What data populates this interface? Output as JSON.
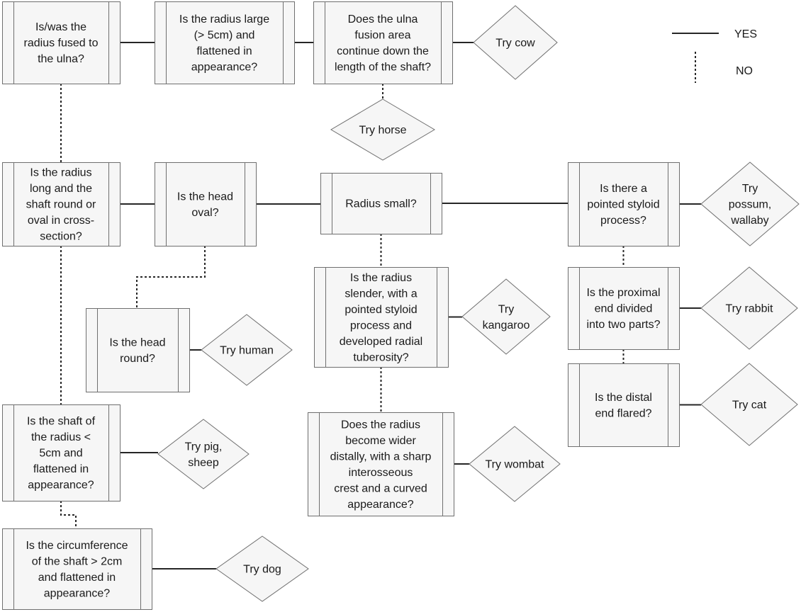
{
  "legend": {
    "yes_label": "YES",
    "no_label": "NO"
  },
  "nodes": {
    "q_fused": [
      "Is/was the",
      "radius fused to",
      "the ulna?"
    ],
    "q_radius_large": [
      "Is the radius large",
      "(> 5cm) and",
      "flattened in",
      "appearance?"
    ],
    "q_ulna_fusion": [
      "Does the ulna",
      "fusion area",
      "continue down the",
      "length of the shaft?"
    ],
    "r_cow": [
      "Try cow"
    ],
    "r_horse": [
      "Try horse"
    ],
    "q_long_round": [
      "Is the radius",
      "long and the",
      "shaft round or",
      "oval in cross-",
      "section?"
    ],
    "q_head_oval": [
      "Is the head",
      "oval?"
    ],
    "q_radius_small": [
      "Radius small?"
    ],
    "q_pointed_styloid": [
      "Is there a",
      "pointed styloid",
      "process?"
    ],
    "r_possum": [
      "Try",
      "possum,",
      "wallaby"
    ],
    "q_head_round": [
      "Is the head",
      "round?"
    ],
    "r_human": [
      "Try human"
    ],
    "q_slender": [
      "Is the radius",
      "slender, with a",
      "pointed styloid",
      "process and",
      "developed radial",
      "tuberosity?"
    ],
    "r_kangaroo": [
      "Try",
      "kangaroo"
    ],
    "q_proximal": [
      "Is the proximal",
      "end divided",
      "into two parts?"
    ],
    "r_rabbit": [
      "Try rabbit"
    ],
    "q_distal": [
      "Is the distal",
      "end flared?"
    ],
    "r_cat": [
      "Try cat"
    ],
    "q_wider": [
      "Does the radius",
      "become wider",
      "distally, with a sharp",
      "interosseous",
      "crest and a curved",
      "appearance?"
    ],
    "r_wombat": [
      "Try wombat"
    ],
    "q_shaft_5cm": [
      "Is the shaft of",
      "the radius <",
      "5cm and",
      "flattened in",
      "appearance?"
    ],
    "r_pig": [
      "Try pig,",
      "sheep"
    ],
    "q_circumference": [
      "Is the circumference",
      "of the shaft > 2cm",
      "and flattened in",
      "appearance?"
    ],
    "r_dog": [
      "Try dog"
    ]
  },
  "edges": [
    {
      "from": "q_fused",
      "to": "q_radius_large",
      "kind": "yes"
    },
    {
      "from": "q_radius_large",
      "to": "q_ulna_fusion",
      "kind": "yes"
    },
    {
      "from": "q_ulna_fusion",
      "to": "r_cow",
      "kind": "yes"
    },
    {
      "from": "q_ulna_fusion",
      "to": "r_horse",
      "kind": "no"
    },
    {
      "from": "q_fused",
      "to": "q_long_round",
      "kind": "no"
    },
    {
      "from": "q_long_round",
      "to": "q_head_oval",
      "kind": "yes"
    },
    {
      "from": "q_head_oval",
      "to": "q_radius_small",
      "kind": "yes"
    },
    {
      "from": "q_radius_small",
      "to": "q_pointed_styloid",
      "kind": "yes"
    },
    {
      "from": "q_pointed_styloid",
      "to": "r_possum",
      "kind": "yes"
    },
    {
      "from": "q_head_oval",
      "to": "q_head_round",
      "kind": "no"
    },
    {
      "from": "q_head_round",
      "to": "r_human",
      "kind": "yes"
    },
    {
      "from": "q_radius_small",
      "to": "q_slender",
      "kind": "no"
    },
    {
      "from": "q_slender",
      "to": "r_kangaroo",
      "kind": "yes"
    },
    {
      "from": "q_slender",
      "to": "q_wider",
      "kind": "no"
    },
    {
      "from": "q_wider",
      "to": "r_wombat",
      "kind": "yes"
    },
    {
      "from": "q_pointed_styloid",
      "to": "q_proximal",
      "kind": "no"
    },
    {
      "from": "q_proximal",
      "to": "r_rabbit",
      "kind": "yes"
    },
    {
      "from": "q_proximal",
      "to": "q_distal",
      "kind": "no"
    },
    {
      "from": "q_distal",
      "to": "r_cat",
      "kind": "yes"
    },
    {
      "from": "q_long_round",
      "to": "q_shaft_5cm",
      "kind": "no"
    },
    {
      "from": "q_shaft_5cm",
      "to": "r_pig",
      "kind": "yes"
    },
    {
      "from": "q_shaft_5cm",
      "to": "q_circumference",
      "kind": "no"
    },
    {
      "from": "q_circumference",
      "to": "r_dog",
      "kind": "yes"
    }
  ]
}
